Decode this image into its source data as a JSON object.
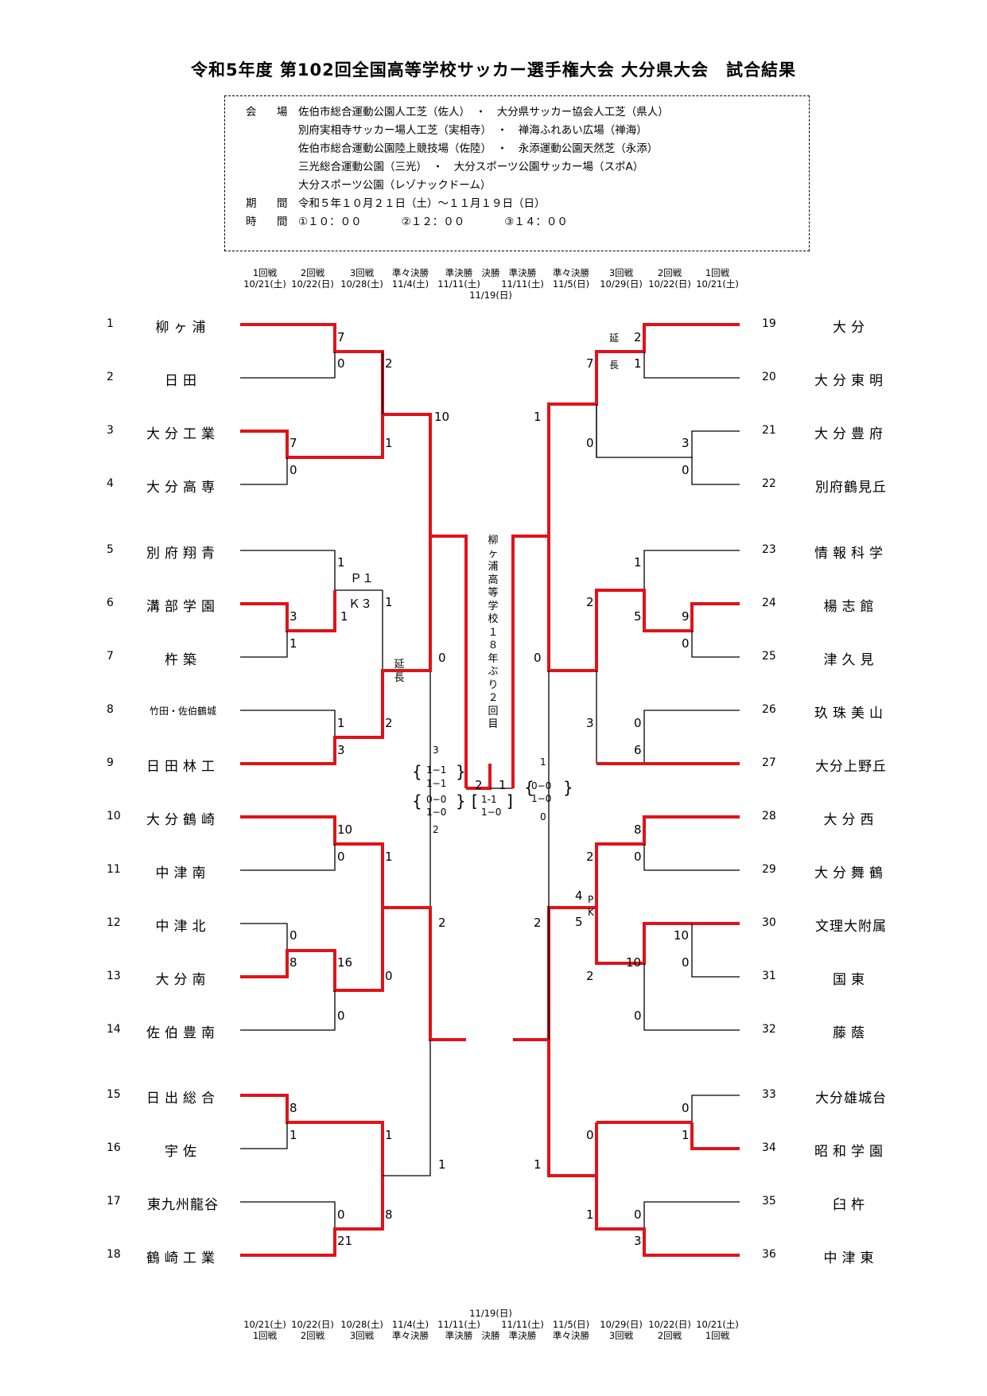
{
  "title": "令和5年度 第102回全国高等学校サッカー選手権大会 大分県大会　試合結果",
  "info": {
    "venue_label": "会　場",
    "venues": [
      "佐伯市総合運動公園人工芝（佐人）　・　大分県サッカー協会人工芝（県人）",
      "別府実相寺サッカー場人工芝（実相寺）　・　禅海ふれあい広場（禅海）",
      "佐伯市総合運動公園陸上競技場（佐陸）　・　永添運動公園天然芝（永添）",
      "三光総合運動公園（三光）　・　大分スポーツ公園サッカー場（スポA）",
      "大分スポーツ公園（レゾナックドーム）"
    ],
    "period_label": "期　間",
    "period": "令和５年１０月２１日（土）～１１月１９日（日）",
    "time_label": "時　間",
    "times": [
      "①１０：００",
      "②１２：００",
      "③１４：００"
    ]
  },
  "rounds_top": [
    {
      "name": "1回戦",
      "date": "10/21(土)"
    },
    {
      "name": "2回戦",
      "date": "10/22(日)"
    },
    {
      "name": "3回戦",
      "date": "10/28(土)"
    },
    {
      "name": "準々決勝",
      "date": "11/4(土)"
    },
    {
      "name": "準決勝",
      "date": "11/11(土)"
    },
    {
      "name": "決勝",
      "date": "11/19(日)"
    },
    {
      "name": "準決勝",
      "date": "11/11(土)"
    },
    {
      "name": "準々決勝",
      "date": "11/5(日)"
    },
    {
      "name": "3回戦",
      "date": "10/29(日)"
    },
    {
      "name": "2回戦",
      "date": "10/22(日)"
    },
    {
      "name": "1回戦",
      "date": "10/21(土)"
    }
  ],
  "left_teams": [
    {
      "no": "1",
      "name": "柳ヶ浦"
    },
    {
      "no": "2",
      "name": "日田"
    },
    {
      "no": "3",
      "name": "大分工業"
    },
    {
      "no": "4",
      "name": "大分高専"
    },
    {
      "no": "5",
      "name": "別府翔青"
    },
    {
      "no": "6",
      "name": "溝部学園"
    },
    {
      "no": "7",
      "name": "杵築"
    },
    {
      "no": "8",
      "name": "竹田・佐伯鶴城"
    },
    {
      "no": "9",
      "name": "日田林工"
    },
    {
      "no": "10",
      "name": "大分鶴崎"
    },
    {
      "no": "11",
      "name": "中津南"
    },
    {
      "no": "12",
      "name": "中津北"
    },
    {
      "no": "13",
      "name": "大分南"
    },
    {
      "no": "14",
      "name": "佐伯豊南"
    },
    {
      "no": "15",
      "name": "日出総合"
    },
    {
      "no": "16",
      "name": "宇佐"
    },
    {
      "no": "17",
      "name": "東九州龍谷"
    },
    {
      "no": "18",
      "name": "鶴崎工業"
    }
  ],
  "right_teams": [
    {
      "no": "19",
      "name": "大分"
    },
    {
      "no": "20",
      "name": "大分東明"
    },
    {
      "no": "21",
      "name": "大分豊府"
    },
    {
      "no": "22",
      "name": "別府鶴見丘"
    },
    {
      "no": "23",
      "name": "情報科学"
    },
    {
      "no": "24",
      "name": "楊志館"
    },
    {
      "no": "25",
      "name": "津久見"
    },
    {
      "no": "26",
      "name": "玖珠美山"
    },
    {
      "no": "27",
      "name": "大分上野丘"
    },
    {
      "no": "28",
      "name": "大分西"
    },
    {
      "no": "29",
      "name": "大分舞鶴"
    },
    {
      "no": "30",
      "name": "文理大附属"
    },
    {
      "no": "31",
      "name": "国東"
    },
    {
      "no": "32",
      "name": "藤蔭"
    },
    {
      "no": "33",
      "name": "大分雄城台"
    },
    {
      "no": "34",
      "name": "昭和学園"
    },
    {
      "no": "35",
      "name": "臼杵"
    },
    {
      "no": "36",
      "name": "中津東"
    }
  ],
  "champion_text": "柳ヶ浦高等学校　１８年ぶり２回目",
  "final": {
    "left_total": "3",
    "right_total": "1",
    "left_halves": [
      "1−1",
      "1−1",
      "0−0",
      "1−0"
    ],
    "right_halves": [
      "0−0",
      "1−0"
    ],
    "left_pk": "2",
    "right_pk": "0",
    "center_score_left": "2",
    "center_score_right": "1",
    "center_halves": [
      "1-1",
      "1−0"
    ]
  },
  "scores": {
    "l_r1_a_top": "7",
    "l_r1_a_bot": "0",
    "l_r2_a": "2",
    "l_r1_b_top": "7",
    "l_r1_b_bot": "0",
    "l_r2_b": "1",
    "l_qf_top": "10",
    "l_r1_c_top": "1",
    "l_r1_c_pk": "Ｐ１",
    "l_r1_c_bot": "1",
    "l_r1_c_pk2": "Ｋ３",
    "l_r1_d_top": "3",
    "l_r1_d_bot": "1",
    "l_r2_c": "1",
    "l_r1_e_top": "1",
    "l_r1_e_bot": "3",
    "l_r2_d": "2",
    "l_ext": "延長",
    "l_qf_mid": "0",
    "l_r1_f_top": "10",
    "l_r1_f_bot": "0",
    "l_r2_f": "1",
    "l_r1_g_top": "0",
    "l_r1_g_bot": "8",
    "l_r2_g_top": "16",
    "l_r2_g_bot": "0",
    "l_r1_h": "0",
    "l_qf_bot": "2",
    "l_r1_i_top": "8",
    "l_r1_i_bot": "1",
    "l_r2_i": "1",
    "l_r1_j_top": "0",
    "l_r1_j_bot": "21",
    "l_r2_j": "8",
    "l_qf_last": "1",
    "r_r1_a_top": "2",
    "r_r1_a_bot": "1",
    "r_ext_a": "延",
    "r_ext_b": "長",
    "r_r2_a": "7",
    "r_r1_b_top": "3",
    "r_r1_b_bot": "0",
    "r_r2_b": "0",
    "r_qf_top": "1",
    "r_r1_c": "1",
    "r_r1_d_top": "9",
    "r_r1_d_bot": "0",
    "r_r2_c": "5",
    "r_r3_a": "2",
    "r_r1_e_top": "0",
    "r_r1_e_bot": "6",
    "r_r3_b": "3",
    "r_qf_mid": "0",
    "r_r1_f_top": "8",
    "r_r1_f_bot": "0",
    "r_r2_f": "2",
    "r_pk_a": "4",
    "r_pk_b": "5",
    "r_pk_p": "P",
    "r_pk_k": "K",
    "r_r1_g_top": "10",
    "r_r1_g_bot": "0",
    "r_r2_g": "10",
    "r_r3_g": "2",
    "r_qf_bot": "2",
    "r_r1_h": "0",
    "r_r1_i_top": "0",
    "r_r1_i_bot": "1",
    "r_r2_i": "0",
    "r_r1_j_top": "0",
    "r_r1_j_bot": "3",
    "r_r2_j": "1",
    "r_qf_last": "1"
  },
  "colors": {
    "win": "#e0131a",
    "line": "#000000"
  }
}
